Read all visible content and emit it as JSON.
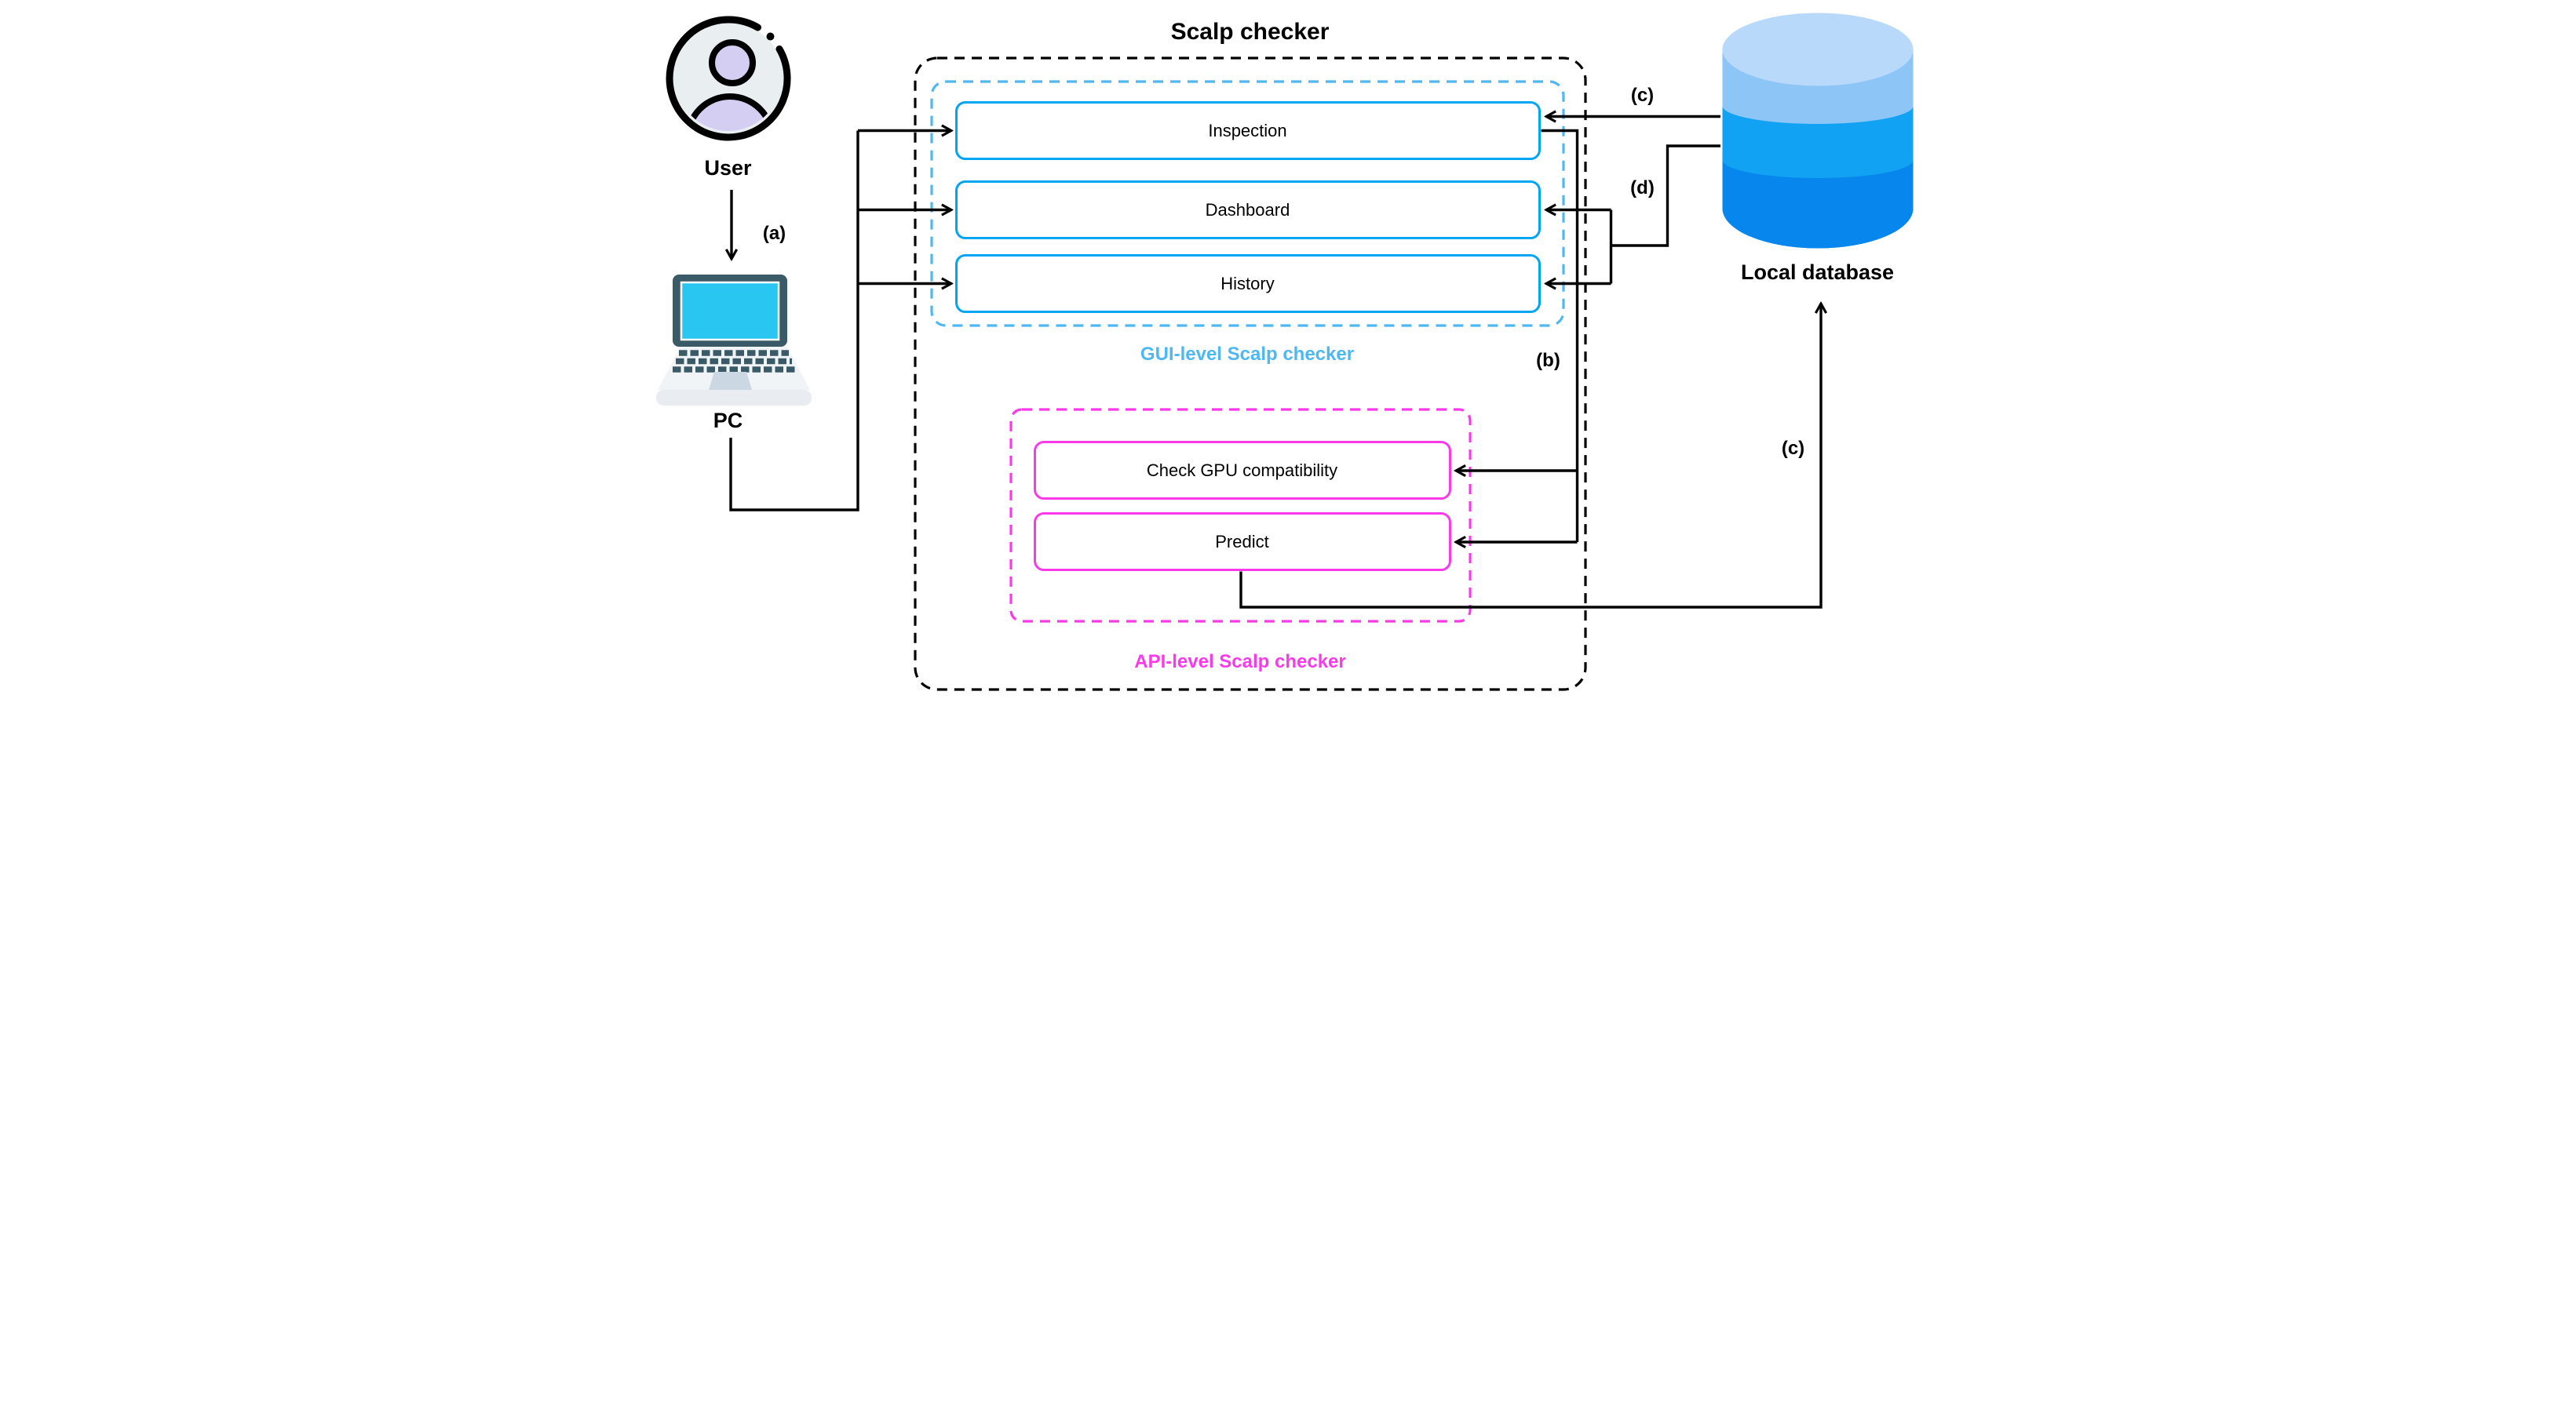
{
  "title": "Scalp checker",
  "nodes": {
    "user": "User",
    "pc": "PC",
    "database": "Local database",
    "gui": {
      "label": "GUI-level Scalp checker",
      "items": [
        "Inspection",
        "Dashboard",
        "History"
      ]
    },
    "api": {
      "label": "API-level Scalp checker",
      "items": [
        "Check GPU compatibility",
        "Predict"
      ]
    }
  },
  "edge_labels": {
    "a": "(a)",
    "b": "(b)",
    "c_top": "(c)",
    "d": "(d)",
    "c_bottom": "(c)"
  },
  "colors": {
    "gui_box_border": "#00a5f2",
    "gui_accent": "#4db8f2",
    "api_accent": "#fa3ae9",
    "line": "#000000",
    "db_top": "#b9d9fb",
    "db_band_light": "#8cc5f6",
    "db_band_mid": "#12a2f3",
    "db_band_dark": "#0787ee",
    "laptop_frame": "#3a5a68",
    "laptop_screen": "#29c6f2",
    "user_fill": "#d5cef3"
  }
}
